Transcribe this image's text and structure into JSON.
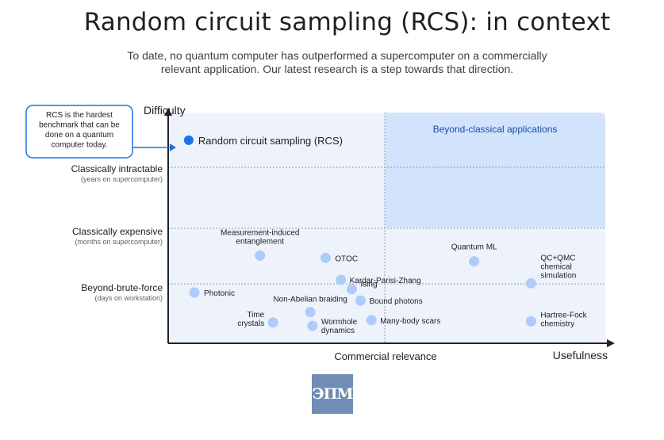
{
  "page": {
    "title": "Random circuit sampling (RCS): in context",
    "subtitle_lines": [
      "To date, no quantum computer has outperformed a supercomputer on a commercially",
      "relevant application. Our latest research is a step towards that direction."
    ]
  },
  "callout": {
    "lines": [
      "RCS is the hardest",
      "benchmark that can be",
      "done on a quantum",
      "computer today."
    ]
  },
  "logo_text": "ЭПМ",
  "colors": {
    "axis": "#202124",
    "dot": "#aecbfa",
    "dot_rcs": "#1a73e8",
    "region": "#eef3fb",
    "region_highlight": "#d2e3fc",
    "divider": "#80a9b0",
    "callout_border": "#1a73e8",
    "highlight_text": "#174ea6"
  },
  "chart_data": {
    "type": "scatter",
    "xlabel": "Commercial relevance",
    "xlabel_end": "Usefulness",
    "ylabel": "Difficulty",
    "x_scale": "qualitative",
    "y_levels": [
      {
        "label": "Beyond-brute-force",
        "sublabel": "(days on workstation)"
      },
      {
        "label": "Classically expensive",
        "sublabel": "(months on supercomputer)"
      },
      {
        "label": "Classically intractable",
        "sublabel": "(years on supercomputer)"
      }
    ],
    "highlight_region": "Beyond-classical applications",
    "xlim": [
      0,
      100
    ],
    "ylim": [
      0,
      100
    ],
    "points": [
      {
        "lines": [
          "Random circuit sampling (RCS)"
        ],
        "x": 4.7,
        "y": 88,
        "highlight": true
      },
      {
        "lines": [
          "Photonic"
        ],
        "x": 6,
        "y": 22
      },
      {
        "lines": [
          "Measurement-induced",
          "entanglement"
        ],
        "x": 21,
        "y": 38
      },
      {
        "lines": [
          "OTOC"
        ],
        "x": 36,
        "y": 37
      },
      {
        "lines": [
          "Kardar-Parisi-Zhang"
        ],
        "x": 39.5,
        "y": 27.5
      },
      {
        "lines": [
          "Ising"
        ],
        "x": 42,
        "y": 23.5
      },
      {
        "lines": [
          "Bound photons"
        ],
        "x": 44,
        "y": 18.5
      },
      {
        "lines": [
          "Non-Abelian braiding"
        ],
        "x": 32.5,
        "y": 13.5
      },
      {
        "lines": [
          "Time",
          "crystals"
        ],
        "x": 24,
        "y": 9
      },
      {
        "lines": [
          "Wormhole",
          "dynamics"
        ],
        "x": 33,
        "y": 7.5
      },
      {
        "lines": [
          "Many-body scars"
        ],
        "x": 46.5,
        "y": 10
      },
      {
        "lines": [
          "Quantum ML"
        ],
        "x": 70,
        "y": 35.5
      },
      {
        "lines": [
          "QC+QMC",
          "chemical",
          "simulation"
        ],
        "x": 83,
        "y": 26
      },
      {
        "lines": [
          "Hartree-Fock",
          "chemistry"
        ],
        "x": 83,
        "y": 9.5
      }
    ]
  }
}
